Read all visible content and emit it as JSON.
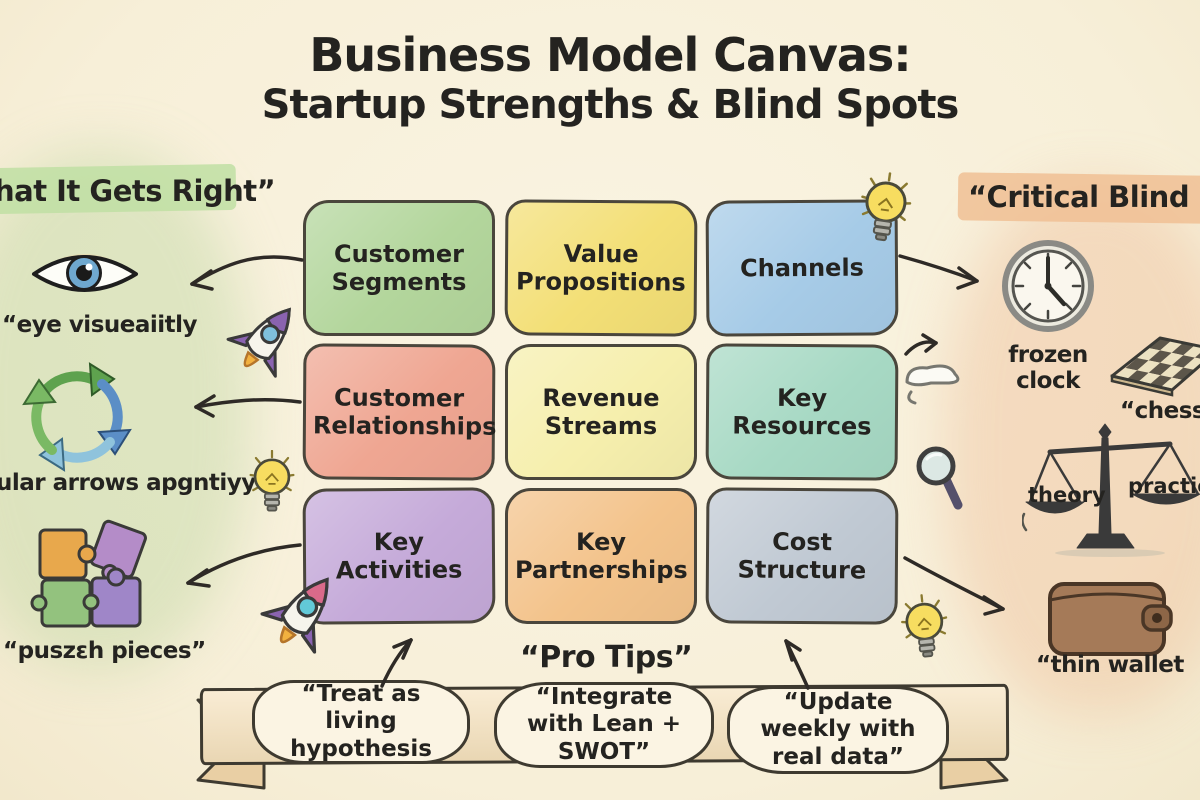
{
  "title": {
    "line1": "Business Model Canvas:",
    "line2": "Startup Strengths & Blind Spots"
  },
  "left_panel": {
    "heading": "hat It Gets Right”",
    "highlight_color": "#bfdfa3",
    "items": [
      {
        "icon": "eye-icon",
        "label": "“eye visueaiitly"
      },
      {
        "icon": "circular-arrows-icon",
        "label": "ular arrows apgntiyy"
      },
      {
        "icon": "puzzle-pieces-icon",
        "label": "“puszεh pieces”"
      }
    ]
  },
  "canvas_grid": {
    "cells": [
      {
        "label": "Customer Segments",
        "color": "#b3d69c"
      },
      {
        "label": "Value Propositions",
        "color": "#f3df76"
      },
      {
        "label": "Channels",
        "color": "#a6cbe7"
      },
      {
        "label": "Customer Relationships",
        "color": "#efa692"
      },
      {
        "label": "Revenue Streams",
        "color": "#f6efad"
      },
      {
        "label": "Key Resources",
        "color": "#a7d9c4"
      },
      {
        "label": "Key Activities",
        "color": "#c5aad9"
      },
      {
        "label": "Key Partnerships",
        "color": "#f3c38b"
      },
      {
        "label": "Cost Structure",
        "color": "#c0c9d3"
      }
    ]
  },
  "right_panel": {
    "heading": "“Critical Blind Sp",
    "highlight_color": "#f0bf94",
    "items": [
      {
        "icon": "frozen-clock-icon",
        "label": "frozen clock"
      },
      {
        "icon": "chessboard-icon",
        "label": "“chessb"
      },
      {
        "icon": "balance-scale-icon",
        "labels": {
          "left": "theory",
          "right": "practice"
        }
      },
      {
        "icon": "wallet-icon",
        "label": "“thin wallet"
      }
    ]
  },
  "pro_tips": {
    "heading": "“Pro Tips”",
    "tips": [
      "“Treat as living hypothesis",
      "“Integrate with Lean + SWOT”",
      "“Update weekly with real data”"
    ]
  },
  "decorative_icons": [
    "rocket-icon",
    "lightbulb-icon",
    "magnifier-icon",
    "wind-puff-icon"
  ]
}
